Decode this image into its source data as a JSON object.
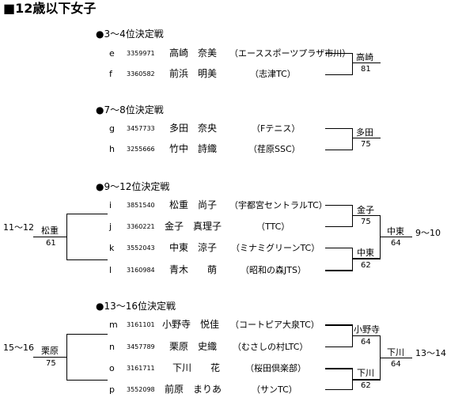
{
  "page_title": "■12歳以下女子",
  "sections": [
    {
      "heading": "●3～4位決定戦",
      "players": [
        {
          "seed": "e",
          "id": "3359971",
          "name": "高崎　奈美",
          "club": "（エーススポーツプラザ市川）"
        },
        {
          "seed": "f",
          "id": "3360582",
          "name": "前浜　明美",
          "club": "（志津TC）"
        }
      ],
      "final": {
        "name": "高崎",
        "score": "81"
      }
    },
    {
      "heading": "●7～8位決定戦",
      "players": [
        {
          "seed": "g",
          "id": "3457733",
          "name": "多田　奈央",
          "club": "（Fテニス）"
        },
        {
          "seed": "h",
          "id": "3255666",
          "name": "竹中　詩織",
          "club": "（荏原SSC）"
        }
      ],
      "final": {
        "name": "多田",
        "score": "75"
      }
    },
    {
      "heading": "●9～12位決定戦",
      "players": [
        {
          "seed": "i",
          "id": "3851540",
          "name": "松重　尚子",
          "club": "（宇都宮セントラルTC）"
        },
        {
          "seed": "j",
          "id": "3360221",
          "name": "金子　真理子",
          "club": "（TTC）"
        },
        {
          "seed": "k",
          "id": "3552043",
          "name": "中東　涼子",
          "club": "（ミナミグリーンTC）"
        },
        {
          "seed": "l",
          "id": "3160984",
          "name": "青木　　萌",
          "club": "（昭和の森JTS）"
        }
      ],
      "semi_top": {
        "name": "金子",
        "score": "75"
      },
      "semi_bottom": {
        "name": "中東",
        "score": "62"
      },
      "final": {
        "name": "中東",
        "score": "64",
        "place": "9～10"
      },
      "loser": {
        "name": "松重",
        "score": "61",
        "place": "11～12"
      }
    },
    {
      "heading": "●13～16位決定戦",
      "players": [
        {
          "seed": "m",
          "id": "3161101",
          "name": "小野寺　悦佳",
          "club": "（コートピア大泉TC）"
        },
        {
          "seed": "n",
          "id": "3457789",
          "name": "栗原　史織",
          "club": "（むさしの村LTC）"
        },
        {
          "seed": "o",
          "id": "3161711",
          "name": "下川　　花",
          "club": "（桜田倶楽部）"
        },
        {
          "seed": "p",
          "id": "3552098",
          "name": "前原　まりあ",
          "club": "（サンTC）"
        }
      ],
      "semi_top": {
        "name": "小野寺",
        "score": "64"
      },
      "semi_bottom": {
        "name": "下川",
        "score": "62"
      },
      "final": {
        "name": "下川",
        "score": "64",
        "place": "13～14"
      },
      "loser": {
        "name": "栗原",
        "score": "75",
        "place": "15～16"
      }
    }
  ]
}
